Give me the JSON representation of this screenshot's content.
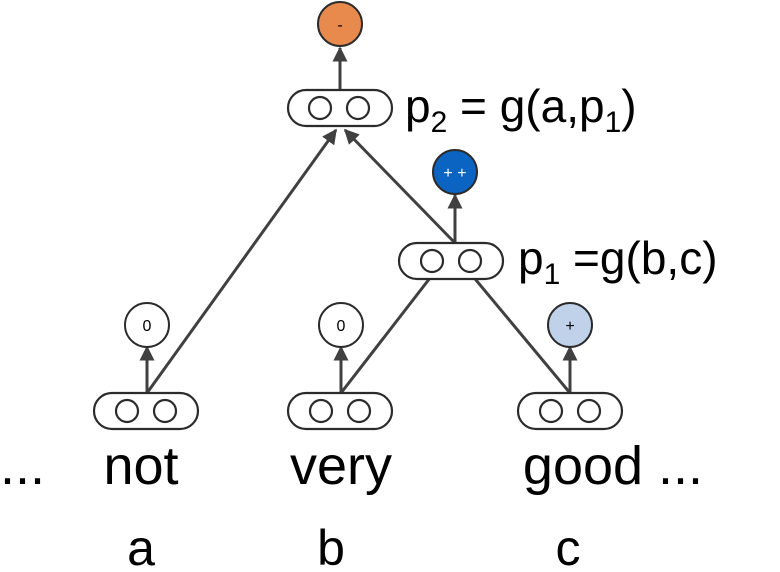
{
  "colors": {
    "negative": "#E8894E",
    "very_positive": "#0B64C2",
    "positive": "#BFD2EA",
    "neutral": "#FFFFFF"
  },
  "words": [
    {
      "id": "leading-ellipsis",
      "text": "..."
    },
    {
      "id": "not",
      "text": "not",
      "letter": "a"
    },
    {
      "id": "very",
      "text": "very",
      "letter": "b"
    },
    {
      "id": "good",
      "text": "good ...",
      "letter": "c"
    }
  ],
  "sentiments": {
    "not": "0",
    "very": "0",
    "good": "+",
    "p1": "+ +",
    "p2": "-"
  },
  "compositions": {
    "p1": {
      "base": "p",
      "sub": "1",
      "rest": " =g(b,c)"
    },
    "p2": {
      "base": "p",
      "sub": "2",
      "rest": " = g(a,p",
      "sub2": "1",
      "rest2": ")"
    }
  }
}
